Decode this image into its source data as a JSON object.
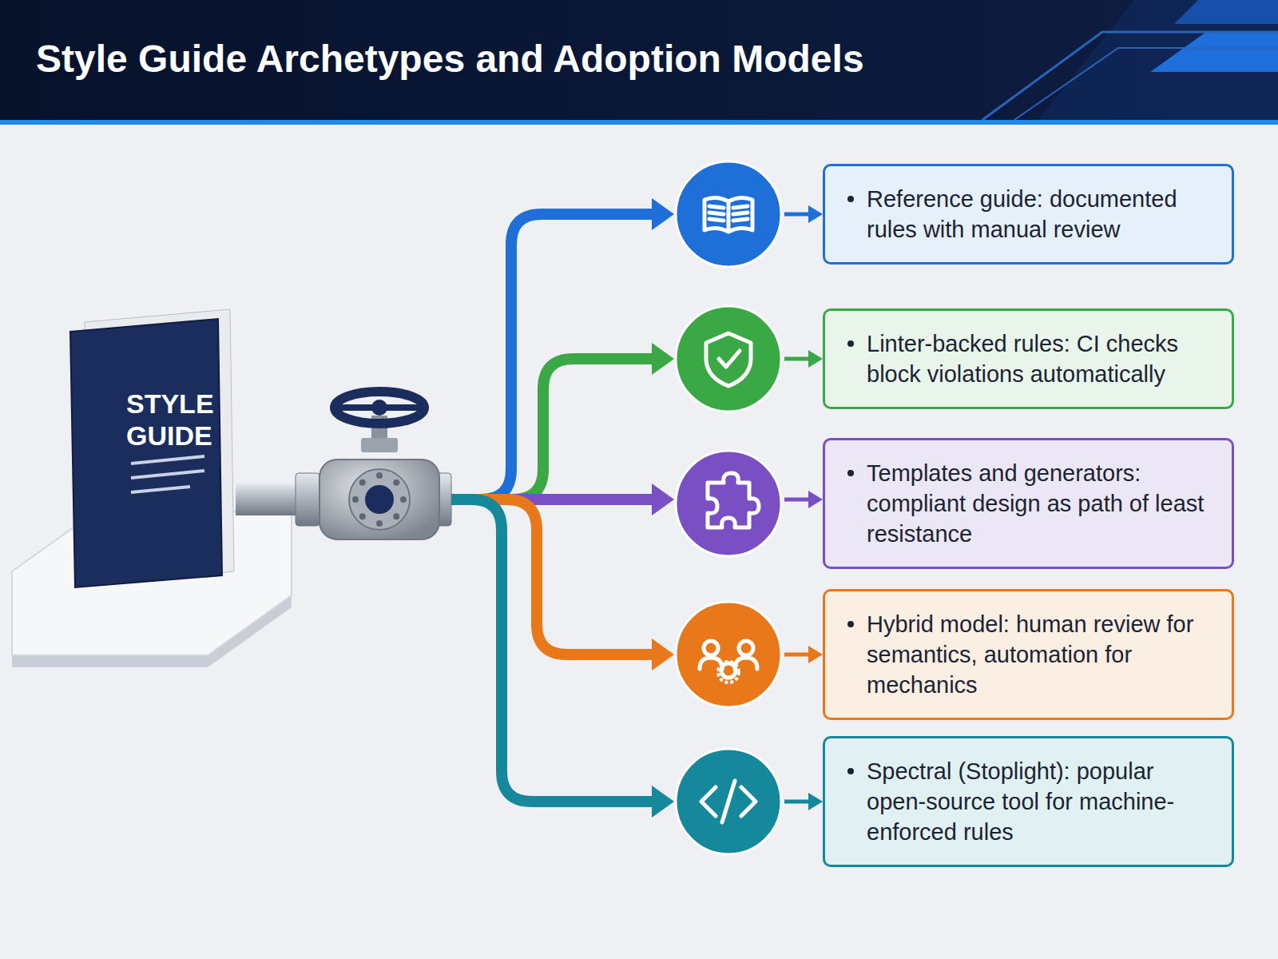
{
  "diagram": {
    "title": "Style Guide Archetypes and Adoption Models",
    "nodes": [
      {
        "text": [
          "STYLE GUIDE"
        ]
      },
      {
        "text": [
          "Reference guide: documented rules with manual review"
        ]
      },
      {
        "text": [
          "Linter-backed rules: CI checks block violations automatically"
        ]
      },
      {
        "text": [
          "Templates and generators: compliant design as path of least resistance"
        ]
      },
      {
        "text": [
          "Hybrid model: human review for semantics, automation for mechanics"
        ]
      },
      {
        "text": [
          "Spectral (Stoplight): popular open-source tool for machine-enforced rules"
        ]
      }
    ],
    "edges": [
      {
        "from": 0,
        "to": 1,
        "arrow": "to"
      },
      {
        "from": 0,
        "to": 2,
        "arrow": "to"
      },
      {
        "from": 0,
        "to": 3,
        "arrow": "to"
      },
      {
        "from": 0,
        "to": 4,
        "arrow": "to"
      },
      {
        "from": 0,
        "to": 5,
        "arrow": "to"
      }
    ]
  }
}
